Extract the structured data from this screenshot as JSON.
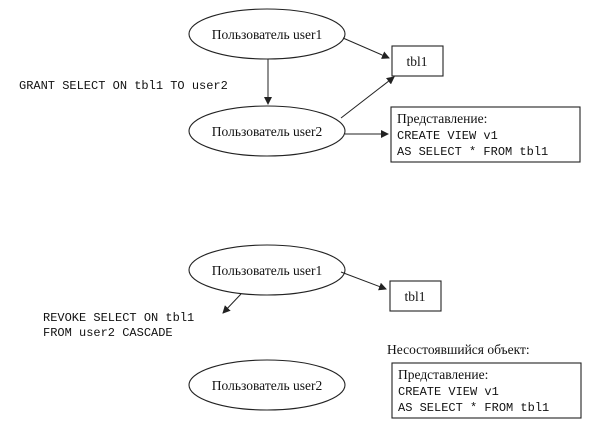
{
  "top": {
    "user1": "Пользователь user1",
    "user2": "Пользователь user2",
    "table": "tbl1",
    "grant": "GRANT SELECT ON tbl1 TO user2",
    "view_title": "Представление:",
    "view_line1": "CREATE VIEW v1",
    "view_line2": "AS SELECT * FROM tbl1"
  },
  "bottom": {
    "user1": "Пользователь user1",
    "user2": "Пользователь user2",
    "table": "tbl1",
    "revoke_line1": "REVOKE SELECT ON tbl1",
    "revoke_line2": "FROM user2 CASCADE",
    "failed_label": "Несостоявшийся объект:",
    "view_title": "Представление:",
    "view_line1": "CREATE VIEW v1",
    "view_line2": "AS SELECT * FROM tbl1"
  }
}
